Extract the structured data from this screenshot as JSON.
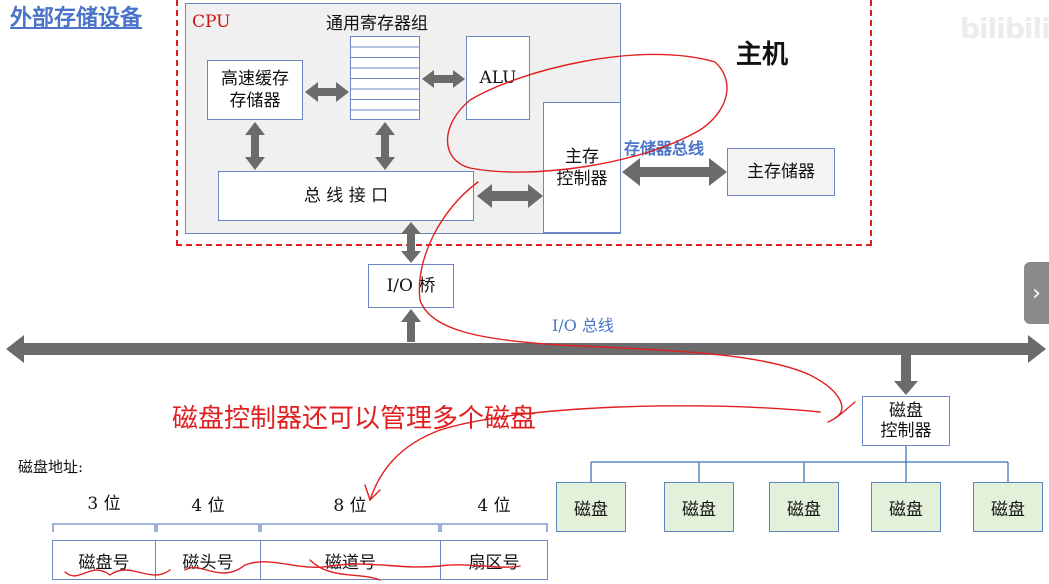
{
  "title": "外部存储设备",
  "watermark": "bilibili",
  "host": {
    "label": "主机"
  },
  "cpu": {
    "label": "CPU",
    "registers_label": "通用寄存器组",
    "cache_line1": "高速缓存",
    "cache_line2": "存储器",
    "alu": "ALU",
    "bus_interface": "总 线 接 口",
    "mem_ctrl_line1": "主存",
    "mem_ctrl_line2": "控制器"
  },
  "memory_bus_label": "存储器总线",
  "main_memory": "主存储器",
  "io_bridge": "I/O 桥",
  "io_bus_label": "I/O 总线",
  "disk_controller_line1": "磁盘",
  "disk_controller_line2": "控制器",
  "note": "磁盘控制器还可以管理多个磁盘",
  "disks": [
    "磁盘",
    "磁盘",
    "磁盘",
    "磁盘",
    "磁盘"
  ],
  "disk_address": {
    "label": "磁盘地址:",
    "fields": [
      {
        "bits": "3 位",
        "name": "磁盘号"
      },
      {
        "bits": "4 位",
        "name": "磁头号"
      },
      {
        "bits": "8 位",
        "name": "磁道号"
      },
      {
        "bits": "4 位",
        "name": "扇区号"
      }
    ]
  },
  "colors": {
    "arrow": "#6b6b6b",
    "accent_blue": "#4a74c9",
    "annotation_red": "#e02020",
    "disk_fill": "#e3f0da"
  }
}
